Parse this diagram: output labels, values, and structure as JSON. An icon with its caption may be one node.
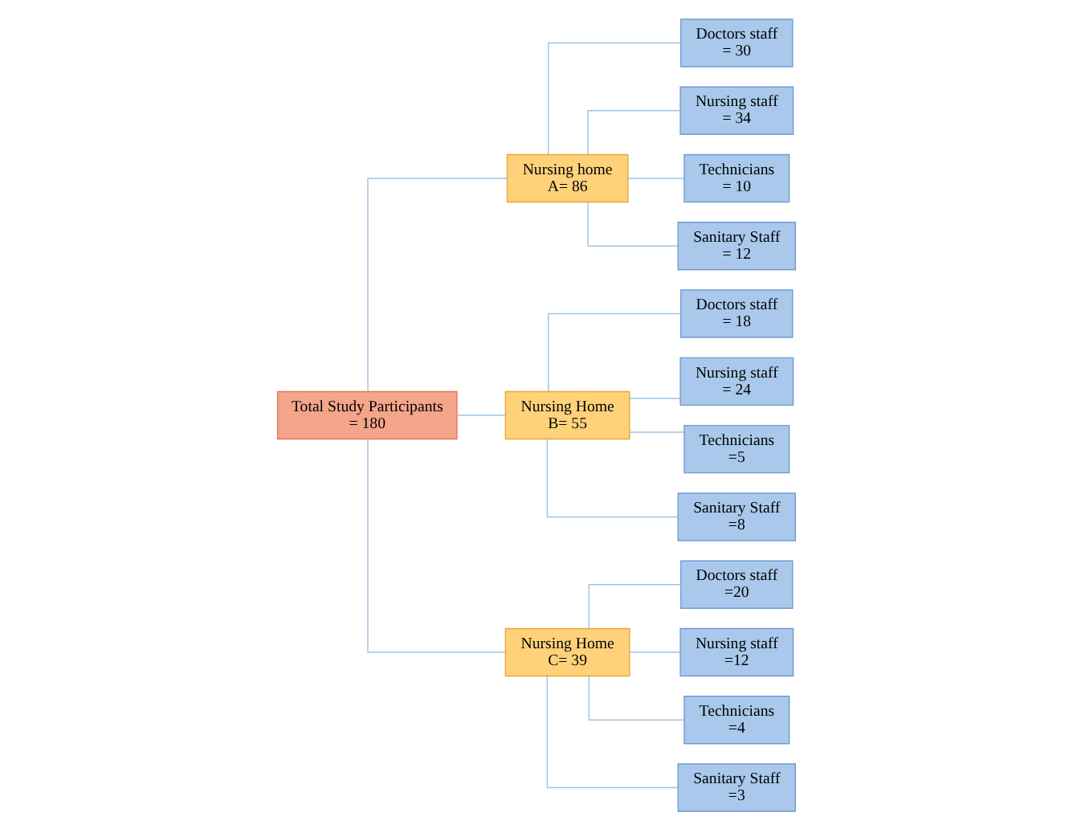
{
  "diagram": {
    "nodes": [
      {
        "text": [
          "Total Study Participants",
          "= 180"
        ]
      },
      {
        "text": [
          "Nursing home",
          "A= 86"
        ]
      },
      {
        "text": [
          "Nursing Home",
          "B= 55"
        ]
      },
      {
        "text": [
          "Nursing Home",
          "C= 39"
        ]
      },
      {
        "text": [
          "Doctors staff",
          "= 30"
        ]
      },
      {
        "text": [
          "Nursing staff",
          "= 34"
        ]
      },
      {
        "text": [
          "Technicians",
          "= 10"
        ]
      },
      {
        "text": [
          "Sanitary Staff",
          "= 12"
        ]
      },
      {
        "text": [
          "Doctors staff",
          "= 18"
        ]
      },
      {
        "text": [
          "Nursing staff",
          "= 24"
        ]
      },
      {
        "text": [
          "Technicians",
          "=5"
        ]
      },
      {
        "text": [
          "Sanitary Staff",
          "=8"
        ]
      },
      {
        "text": [
          "Doctors staff",
          "=20"
        ]
      },
      {
        "text": [
          "Nursing staff",
          "=12"
        ]
      },
      {
        "text": [
          "Technicians",
          "=4"
        ]
      },
      {
        "text": [
          "Sanitary Staff",
          "=3"
        ]
      }
    ],
    "edges": [
      {
        "from": 0,
        "to": 1,
        "arrow": "none"
      },
      {
        "from": 0,
        "to": 2,
        "arrow": "none"
      },
      {
        "from": 0,
        "to": 3,
        "arrow": "none"
      },
      {
        "from": 1,
        "to": 4,
        "arrow": "none"
      },
      {
        "from": 1,
        "to": 5,
        "arrow": "none"
      },
      {
        "from": 1,
        "to": 6,
        "arrow": "none"
      },
      {
        "from": 1,
        "to": 7,
        "arrow": "none"
      },
      {
        "from": 2,
        "to": 8,
        "arrow": "none"
      },
      {
        "from": 2,
        "to": 9,
        "arrow": "none"
      },
      {
        "from": 2,
        "to": 10,
        "arrow": "none"
      },
      {
        "from": 2,
        "to": 11,
        "arrow": "none"
      },
      {
        "from": 3,
        "to": 12,
        "arrow": "none"
      },
      {
        "from": 3,
        "to": 13,
        "arrow": "none"
      },
      {
        "from": 3,
        "to": 14,
        "arrow": "none"
      },
      {
        "from": 3,
        "to": 15,
        "arrow": "none"
      }
    ]
  }
}
